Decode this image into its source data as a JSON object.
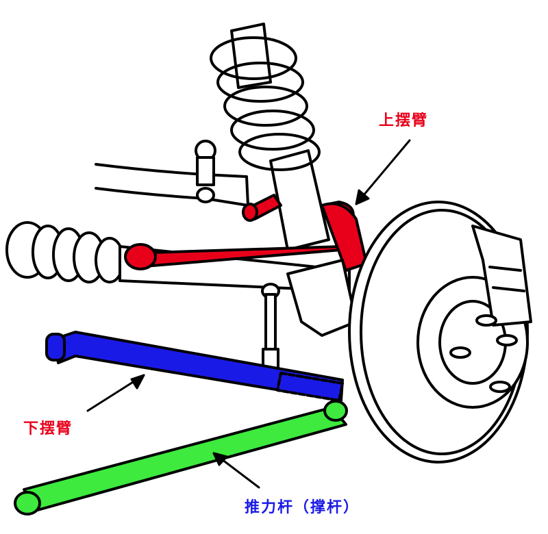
{
  "labels": {
    "upper_arm": "上摆臂",
    "lower_arm": "下摆臂",
    "strut_rod": "推力杆（撑杆）"
  },
  "colors": {
    "upper_arm": "#e8001a",
    "lower_arm": "#1a1ae6",
    "strut_rod": "#3dea3d",
    "label_red": "#e8001a",
    "label_blue": "#1a1ae6",
    "outline": "#000000"
  }
}
